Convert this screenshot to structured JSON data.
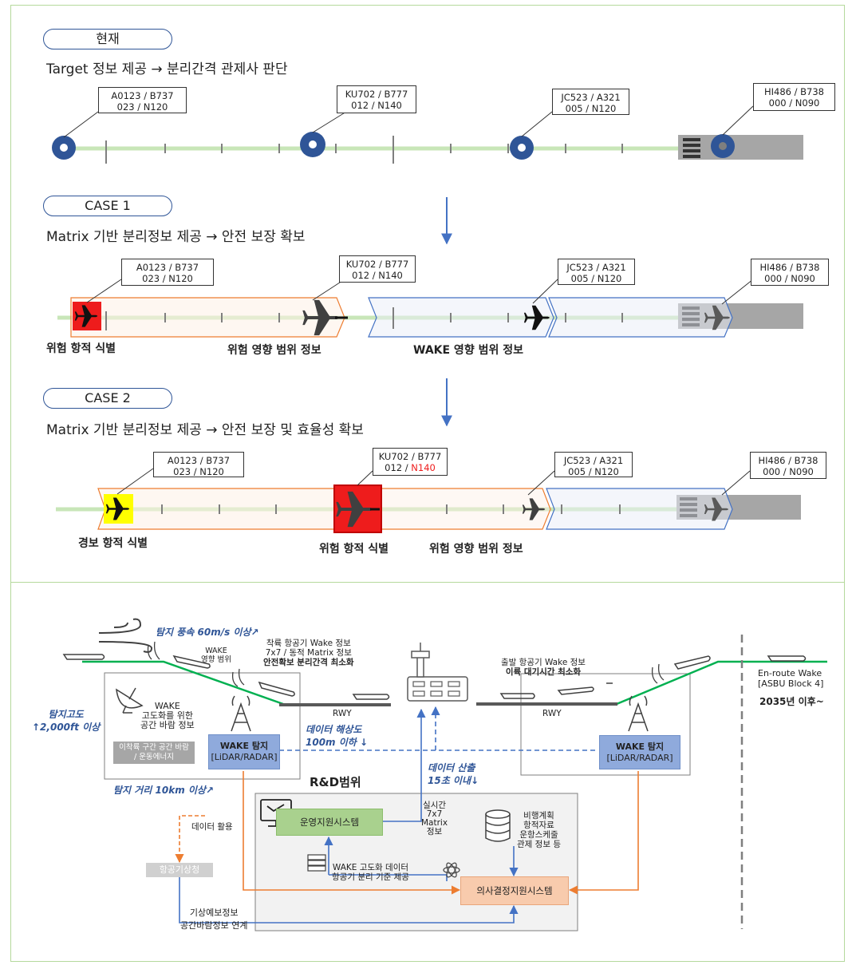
{
  "panel_top": {
    "current": {
      "pill": "현재",
      "title": "Target 정보 제공 → 분리간격 관제사 판단",
      "aircraft": [
        {
          "l1": "A0123 / B737",
          "l2": "023 / N120"
        },
        {
          "l1": "KU702 / B777",
          "l2": "012 / N140"
        },
        {
          "l1": "JC523 / A321",
          "l2": "005 / N120"
        },
        {
          "l1": "HI486 / B738",
          "l2": "000 / N090"
        }
      ]
    },
    "case1": {
      "pill": "CASE 1",
      "title": "Matrix 기반 분리정보 제공 → 안전 보장 확보",
      "aircraft": [
        {
          "l1": "A0123 / B737",
          "l2": "023 / N120"
        },
        {
          "l1": "KU702 / B777",
          "l2": "012 / N140"
        },
        {
          "l1": "JC523 / A321",
          "l2": "005 / N120"
        },
        {
          "l1": "HI486 / B738",
          "l2": "000 / N090"
        }
      ],
      "labels": {
        "danger": "위험 항적 식별",
        "range": "위험 영향 범위 정보",
        "wake": "WAKE 영향 범위 정보"
      }
    },
    "case2": {
      "pill": "CASE 2",
      "title": "Matrix 기반 분리정보 제공 → 안전 보장 및 효율성 확보",
      "aircraft": [
        {
          "l1": "A0123 / B737",
          "l2": "023 / N120"
        },
        {
          "l1": "KU702 / B777",
          "l2a": "012 / ",
          "l2b": "N140"
        },
        {
          "l1": "JC523 / A321",
          "l2": "005 / N120"
        },
        {
          "l1": "HI486 / B738",
          "l2": "000 / N090"
        }
      ],
      "labels": {
        "alert": "경보 항적 식별",
        "danger": "위험 항적 식별",
        "range": "위험 영향 범위 정보"
      }
    },
    "colors": {
      "danger": "#ee1c1c",
      "alert": "#ffff00",
      "green_line": "#c8e6b8",
      "dot": "#2f5597",
      "arrow": "#4472c4"
    }
  },
  "panel_bottom": {
    "wind": "탐지 풍속 60m/s 이상↗",
    "wake_area": "WAKE\n영향 범위",
    "arrival_info": [
      "착륙 항공기 Wake 정보",
      "7x7 / 동적 Matrix 정보",
      "안전확보 분리간격 최소화"
    ],
    "departure_info": [
      "출발 항공기 Wake 정보",
      "이륙 대기시간 최소화"
    ],
    "altitude": [
      "탐지고도",
      "↑2,000ft 이상"
    ],
    "wake_adv": [
      "WAKE",
      "고도화를 위한",
      "공간 바람 정보"
    ],
    "gray_box": [
      "이착륙 구간 공간 바람",
      "/ 운동에너지"
    ],
    "detect_left": [
      "WAKE 탐지",
      "[LiDAR/RADAR]"
    ],
    "detect_right": [
      "WAKE 탐지",
      "[LiDAR/RADAR]"
    ],
    "rwy_left": "RWY",
    "rwy_right": "RWY",
    "resolution": [
      "데이터 해상도",
      "100m 이하 ↓"
    ],
    "distance": "탐지 거리 10km 이상↗",
    "calc_time": [
      "데이터 산출",
      "15초 이내↓"
    ],
    "rnd": "R&D범위",
    "ops_system": "운영지원시스템",
    "realtime": [
      "실시간",
      "7x7",
      "Matrix",
      "정보"
    ],
    "flight_plan": [
      "비행계획",
      "항적자료",
      "운항스케줄",
      "관제 정보 등"
    ],
    "wake_data": [
      "WAKE 고도화 데이터",
      "항공기 분리 기준 제공"
    ],
    "decision": "의사결정지원시스템",
    "data_use": "데이터 활용",
    "met_office": "항공기상청",
    "weather_link": [
      "기상예보정보",
      "공간바람정보 연계"
    ],
    "enroute": [
      "En-route Wake",
      "[ASBU Block 4]"
    ],
    "year": "2035년 이후~"
  }
}
